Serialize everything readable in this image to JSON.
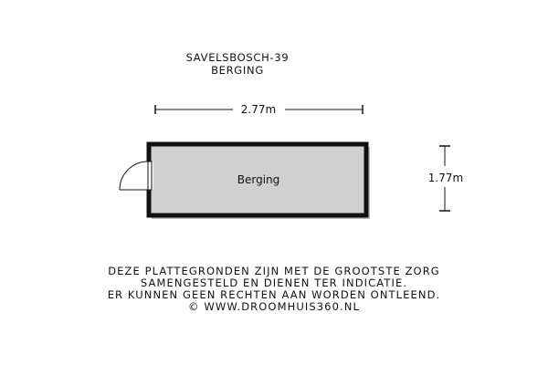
{
  "header": {
    "address": "SAVELSBOSCH-39",
    "subtitle": "BERGING"
  },
  "plan": {
    "room_label": "Berging",
    "width_label": "2.77m",
    "height_label": "1.77m",
    "wall_color": "#111111",
    "floor_color": "#d0d0d0"
  },
  "footer": {
    "line1": "DEZE PLATTEGRONDEN ZIJN MET DE GROOTSTE ZORG",
    "line2": "SAMENGESTELD EN DIENEN TER INDICATIE.",
    "line3": "ER KUNNEN GEEN RECHTEN AAN WORDEN ONTLEEND.",
    "line4": "© WWW.DROOMHUIS360.NL"
  }
}
